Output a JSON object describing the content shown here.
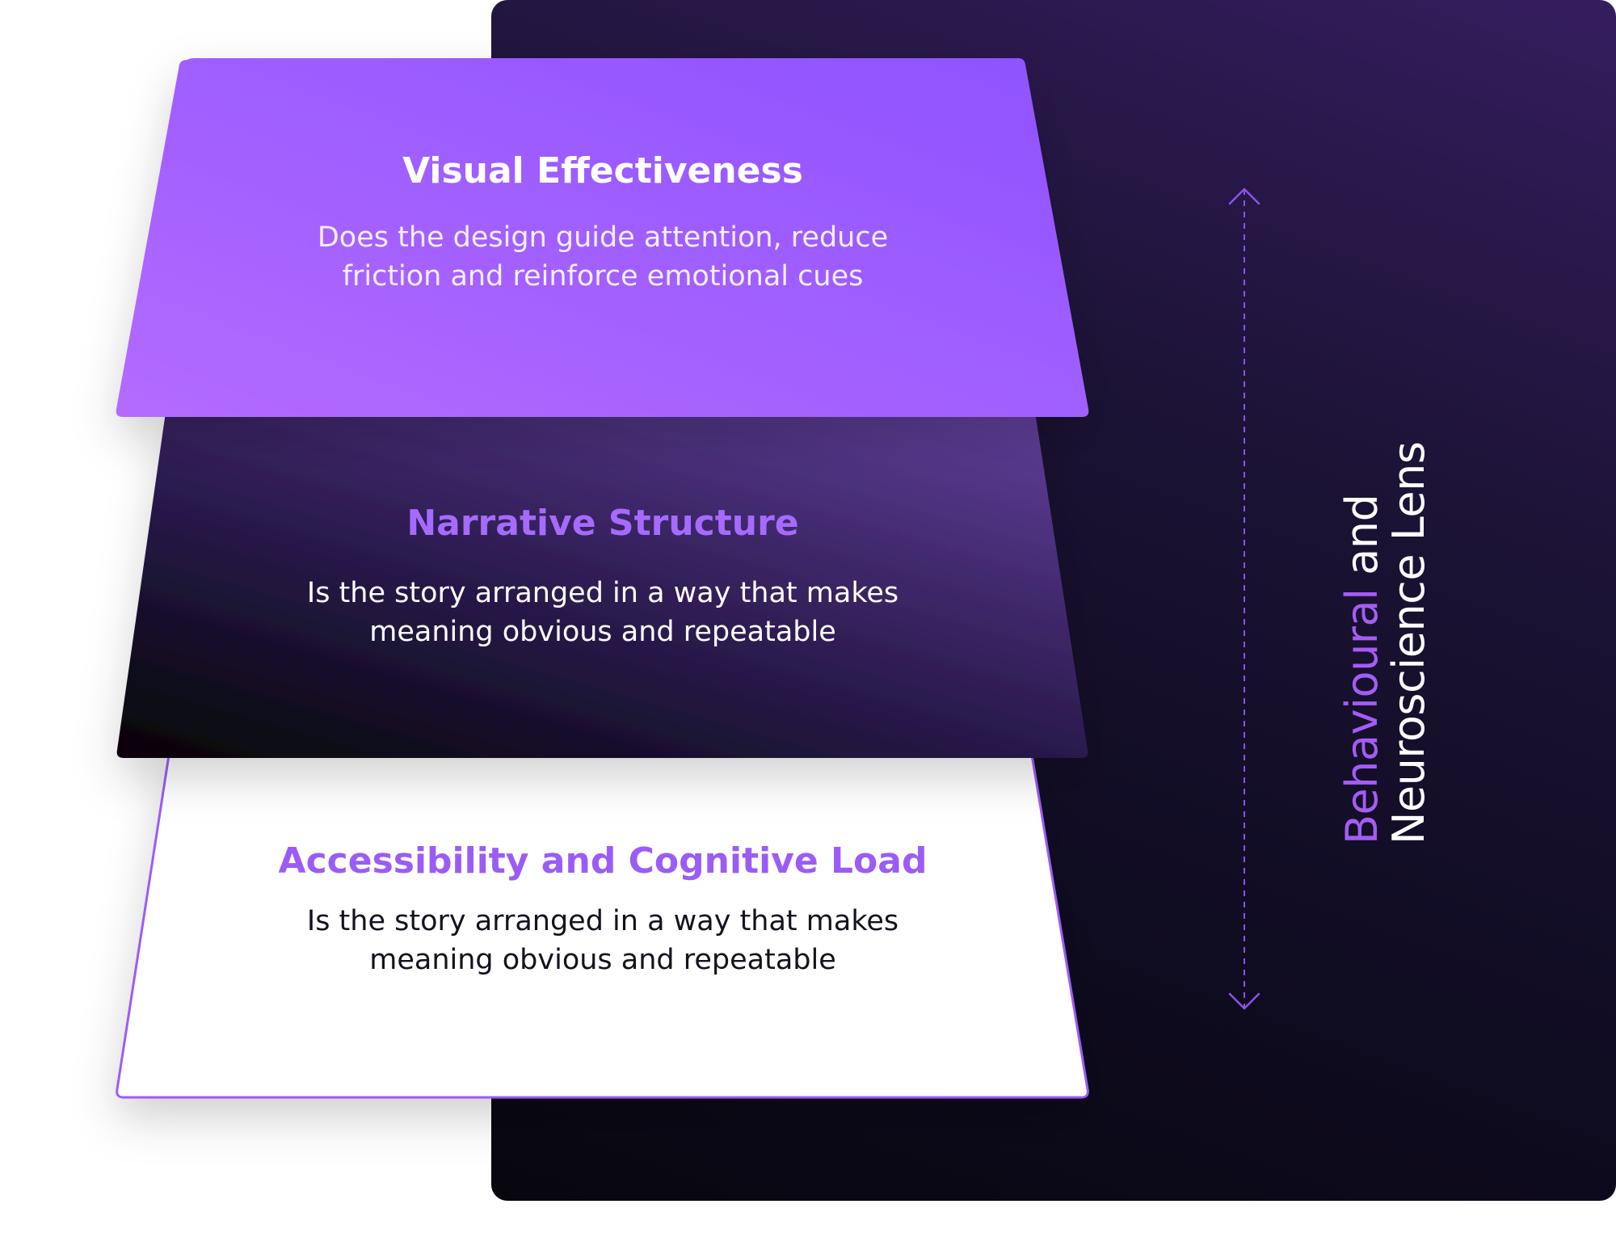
{
  "layers": [
    {
      "title": "Visual Effectiveness",
      "description_lines": [
        "Does the design guide attention, reduce",
        "friction and reinforce emotional cues"
      ]
    },
    {
      "title": "Narrative Structure",
      "description_lines": [
        "Is the story arranged in a way that makes",
        "meaning obvious and repeatable"
      ]
    },
    {
      "title": "Accessibility and Cognitive Load",
      "description_lines": [
        "Is the story arranged in a way that makes",
        "meaning obvious and repeatable"
      ]
    }
  ],
  "side_label": {
    "accent_word": "Behavioural",
    "rest_line1": " and",
    "line2": "Neuroscience Lens"
  },
  "colors": {
    "accent_purple": "#9b5cf6",
    "top_layer_gradient": [
      "#b36bff",
      "#8e52ff"
    ],
    "panel_dark": "#0f0b20"
  }
}
